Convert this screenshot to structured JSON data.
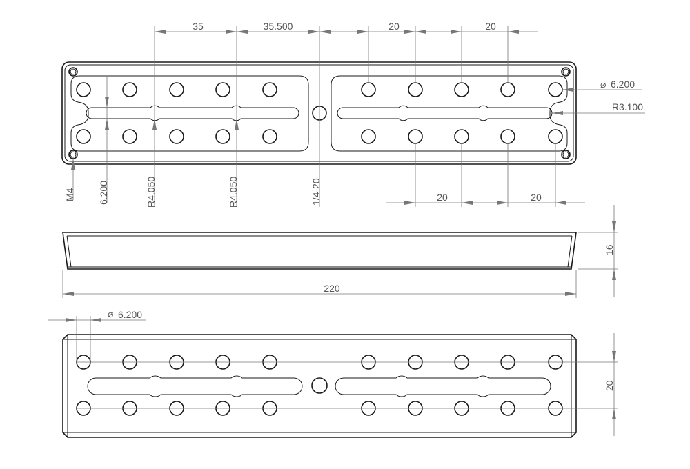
{
  "drawing": {
    "colors": {
      "part": "#1a1a1a",
      "dimension": "#777777",
      "text": "#555555"
    },
    "top_view": {
      "dims_top": [
        "35",
        "35.500",
        "20",
        "20"
      ],
      "dim_hole_diameter": "6.200",
      "dim_slot_end_radius": "R3.100",
      "dims_bottom": [
        "20",
        "20"
      ],
      "vertical_labels": [
        "M4",
        "6.200",
        "R4.050",
        "R4.050",
        "1/4-20"
      ]
    },
    "side_view": {
      "dim_length": "220",
      "dim_height": "16"
    },
    "bottom_view": {
      "dim_hole_diameter": "6.200",
      "dim_hole_spacing": "20"
    }
  }
}
